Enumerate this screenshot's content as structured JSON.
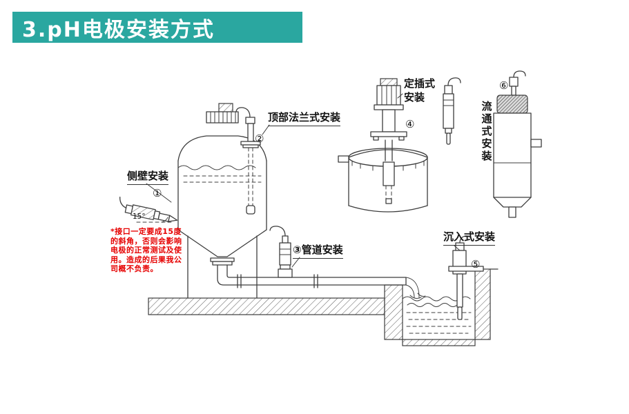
{
  "header": {
    "title": "3.pH电极安装方式"
  },
  "colors": {
    "header_bg": "#2aa7a0",
    "header_text": "#ffffff",
    "line": "#3c3c3c",
    "warning_text": "#e60000"
  },
  "labels": {
    "side_wall": "侧壁安装",
    "side_wall_num": "①",
    "angle": "15°",
    "top_flange": "顶部法兰式安装",
    "top_flange_num": "②",
    "pipeline_num": "③",
    "pipeline": "管道安装",
    "fixed_insert": "定插式安装",
    "fixed_insert_num": "④",
    "immersion": "沉入式安装",
    "immersion_num": "⑤",
    "flow_through_num": "⑥",
    "flow_through": "流通式安装"
  },
  "warning": {
    "lines": [
      "*接口一定要成15度",
      "的斜角，否则会影响",
      "电极的正常测试及使",
      "用。造成的后果我公",
      "司概不负责。"
    ]
  }
}
